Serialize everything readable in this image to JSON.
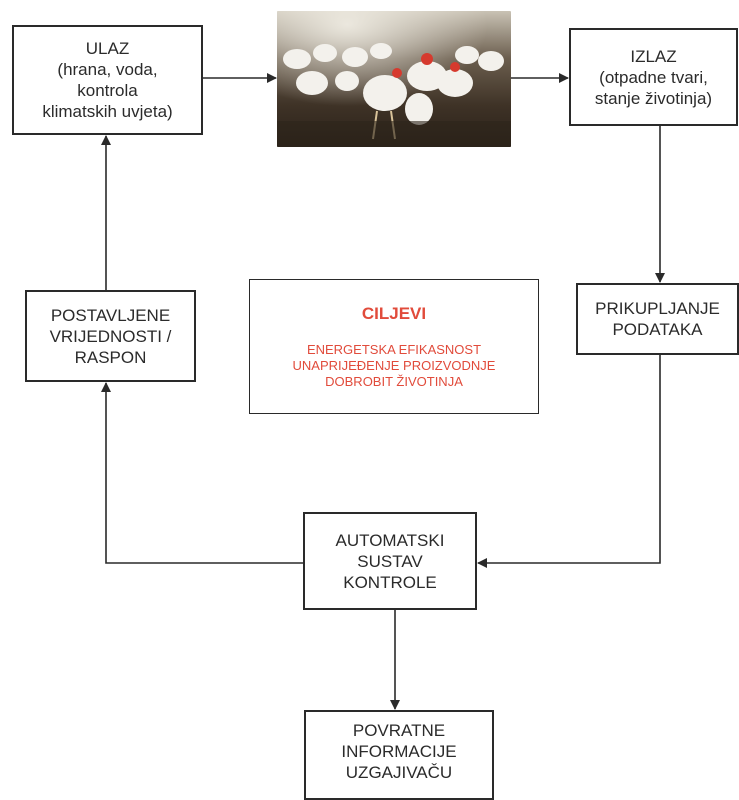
{
  "input_box": {
    "lines": [
      "ULAZ",
      "(hrana, voda,",
      "kontrola",
      "klimatskih uvjeta)"
    ]
  },
  "output_box": {
    "lines": [
      "IZLAZ",
      "(otpadne tvari,",
      "stanje životinja)"
    ]
  },
  "setpoints_box": {
    "lines": [
      "POSTAVLJENE",
      "VRIJEDNOSTI /",
      "RASPON"
    ]
  },
  "data_box": {
    "lines": [
      "PRIKUPLJANJE",
      "PODATAKA"
    ]
  },
  "goals_box": {
    "title": "CILJEVI",
    "items": [
      "ENERGETSKA EFIKASNOST",
      "UNAPRIJEĐENJE PROIZVODNJE",
      "DOBROBIT ŽIVOTINJA"
    ],
    "color": "#e14b3b"
  },
  "control_box": {
    "lines": [
      "AUTOMATSKI",
      "SUSTAV",
      "KONTROLE"
    ]
  },
  "feedback_box": {
    "lines": [
      "POVRATNE",
      "INFORMACIJE",
      "UZGAJIVAČU"
    ]
  },
  "photo": {
    "icon": "chicken-barn-photo"
  }
}
